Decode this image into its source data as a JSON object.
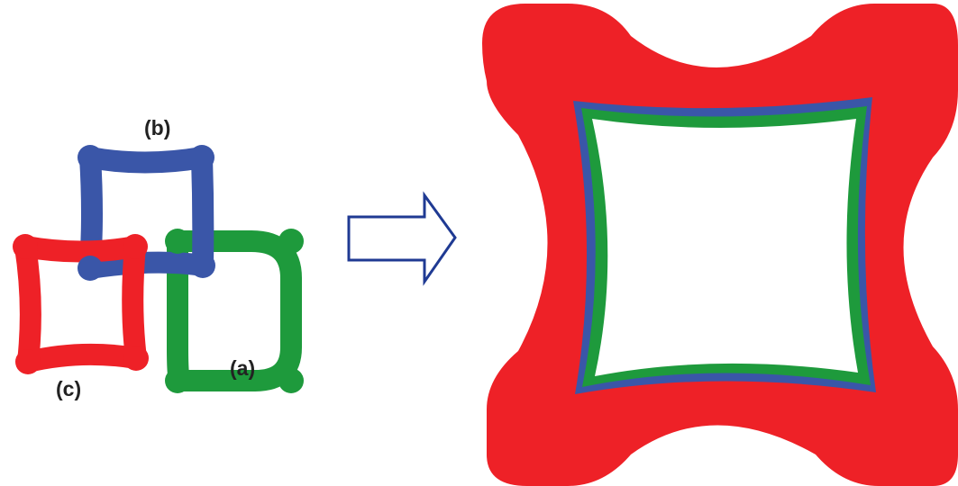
{
  "labels": {
    "a": "(a)",
    "b": "(b)",
    "c": "(c)"
  },
  "colors": {
    "shape_a": "#1e9a3c",
    "shape_b": "#3a56a8",
    "shape_c": "#ee2127",
    "arrow": "#1f3a93",
    "background": "#ffffff"
  }
}
